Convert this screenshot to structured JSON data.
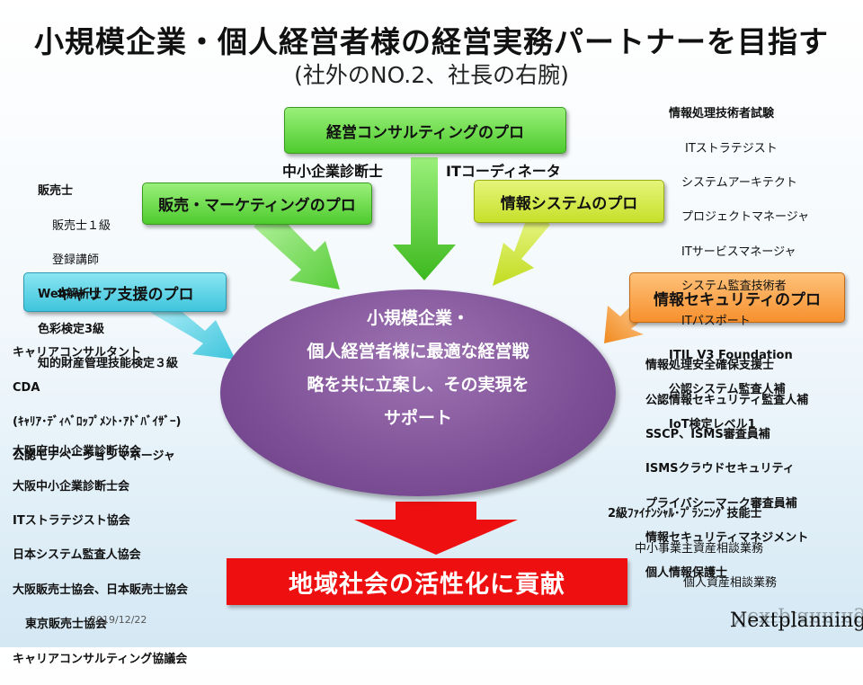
{
  "header": {
    "title": "小規模企業・個人経営者様の経営実務パートナーを目指す",
    "subtitle": "(社外のNO.2、社長の右腕)"
  },
  "roles": {
    "management": "経営コンサルティングのプロ",
    "sales": "販売・マーケティングのプロ",
    "info_system": "情報システムのプロ",
    "career": "キャリア支援のプロ",
    "security": "情報セキュリティのプロ"
  },
  "role_labels": {
    "sme_consultant": "中小企業診断士",
    "it_coordinator": "ITコーディネータ"
  },
  "center": {
    "lines": [
      "小規模企業・",
      "個人経営者様に最適な経営戦",
      "略を共に立案し、その実現を",
      "サポート"
    ]
  },
  "result_banner": "地域社会の活性化に貢献",
  "sales_quals": [
    "販売士",
    "販売士１級",
    "登録講師",
    "Web解析士",
    "色彩検定3級",
    "知的財産管理技能検定３級"
  ],
  "it_quals": [
    "情報処理技術者試験",
    "ITストラテジスト",
    "システムアーキテクト",
    "プロジェクトマネージャ",
    "ITサービスマネージャ",
    "システム監査技術者",
    "ITパスポート",
    "ITIL V3 Foundation",
    "公認システム監査人補",
    "IoT検定レベル1"
  ],
  "career_quals": [
    "キャリアコンサルタント",
    "CDA",
    "(ｷｬﾘｱ･ﾃﾞｨﾍﾞﾛｯﾌﾟﾒﾝﾄ･ｱﾄﾞﾊﾞｲｻﾞｰ)",
    "公認モチベーションマネージャ"
  ],
  "security_quals": [
    "情報処理安全確保支援士",
    "公認情報セキュリティ監査人補",
    "SSCP、ISMS審査員補",
    "ISMSクラウドセキュリティ",
    "プライバシーマーク審査員補",
    "情報セキュリティマネジメント",
    "個人情報保護士"
  ],
  "associations": [
    "大阪府中小企業診断協会",
    "大阪中小企業診断士会",
    "ITストラテジスト協会",
    "日本システム監査人協会",
    "大阪販売士協会、日本販売士協会",
    "東京販売士協会",
    "キャリアコンサルティング協議会"
  ],
  "fp_quals": [
    "2級ﾌｧｲﾅﾝｼｬﾙ･ﾌﾟﾗﾝﾆﾝｸﾞ技能士",
    "中小事業主資産相談業務",
    "個人資産相談業務"
  ],
  "footer": {
    "date": "2019/12/22",
    "logo": "Nextplanning"
  },
  "colors": {
    "management": "#4ecb2e",
    "sales": "#4ecb2e",
    "info_system": "#c6e02a",
    "career": "#3ec4dc",
    "security": "#f6902e",
    "center": "#7d4f96",
    "banner": "#ee1010"
  }
}
